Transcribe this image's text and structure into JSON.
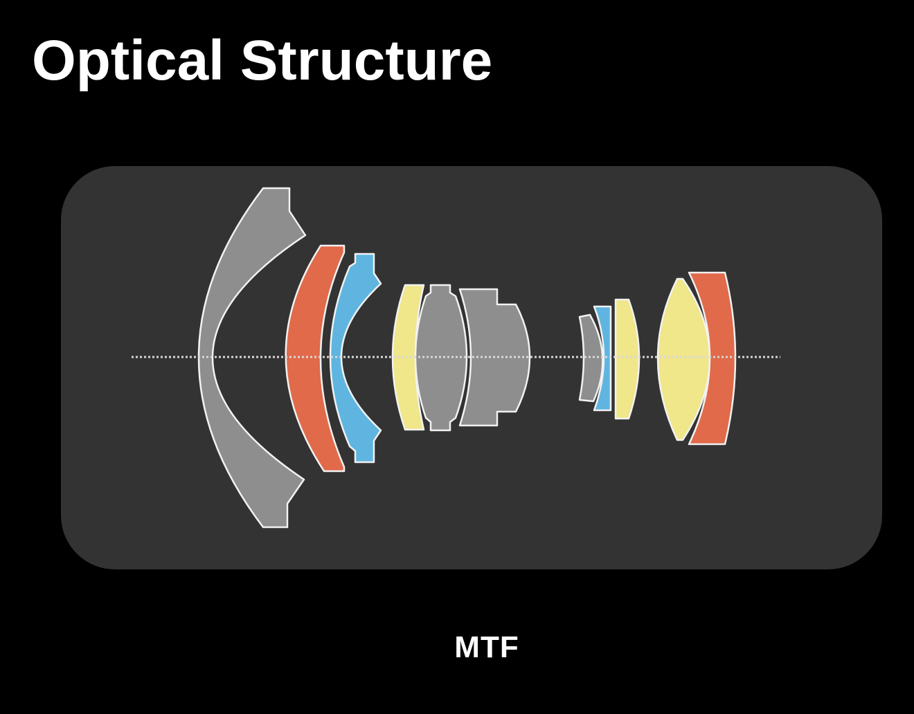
{
  "title": "Optical Structure",
  "section_label": "MTF",
  "colors": {
    "background": "#000000",
    "panel": "#333333",
    "standard_glass": "#8e8e8e",
    "red_element": "#e06a4a",
    "blue_element": "#5fb5e0",
    "yellow_element": "#f0e68a",
    "outline": "#f2f2f2"
  },
  "lens_elements": [
    {
      "name": "element-1",
      "color": "standard_glass"
    },
    {
      "name": "element-2",
      "color": "red_element"
    },
    {
      "name": "element-3",
      "color": "blue_element"
    },
    {
      "name": "element-4",
      "color": "yellow_element"
    },
    {
      "name": "element-5",
      "color": "standard_glass"
    },
    {
      "name": "element-6",
      "color": "standard_glass"
    },
    {
      "name": "element-7",
      "color": "standard_glass"
    },
    {
      "name": "element-8",
      "color": "blue_element"
    },
    {
      "name": "element-9",
      "color": "yellow_element"
    },
    {
      "name": "element-10",
      "color": "yellow_element"
    },
    {
      "name": "element-11",
      "color": "red_element"
    }
  ]
}
